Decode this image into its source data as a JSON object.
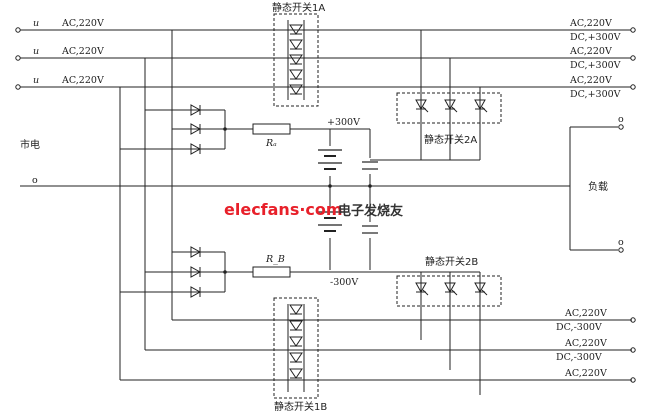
{
  "inputs": {
    "phase1": "u",
    "phase2": "u",
    "phase3": "u",
    "phase_voltage": "AC,220V",
    "mains": "市电",
    "neutral_mark": "o"
  },
  "switches": {
    "s1a": "静态开关1A",
    "s1b": "静态开关1B",
    "s2a": "静态开关2A",
    "s2b": "静态开关2B"
  },
  "resistors": {
    "ra": "Rₐ",
    "rb": "R_B"
  },
  "rails": {
    "pos": "+300V",
    "neg": "-300V"
  },
  "outputs": {
    "top": [
      "AC,220V",
      "DC,+300V",
      "AC,220V",
      "DC,+300V",
      "AC,220V",
      "DC,+300V"
    ],
    "bottom": [
      "AC,220V",
      "DC,-300V",
      "AC,220V",
      "DC,-300V",
      "AC,220V"
    ]
  },
  "load": {
    "label": "负载",
    "terminal": "o"
  },
  "watermark": {
    "site": "elecfans·com",
    "cn": "电子发烧友"
  }
}
